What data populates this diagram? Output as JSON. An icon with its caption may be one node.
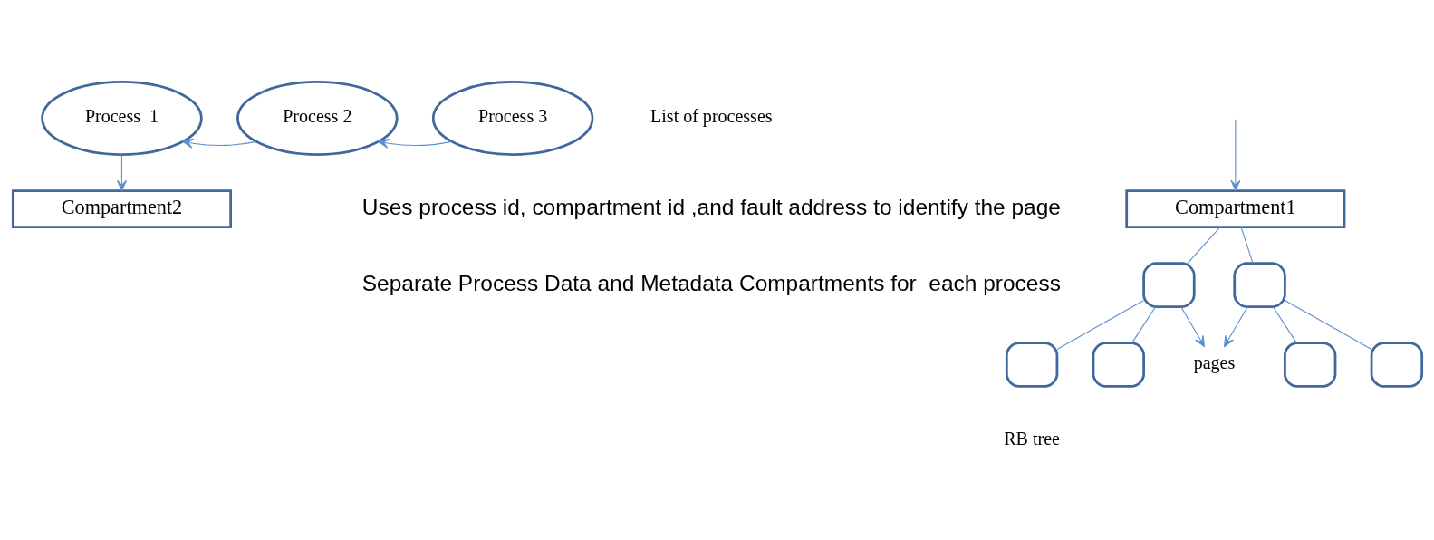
{
  "diagram": {
    "nodes": [
      {
        "text": [
          "Process  1"
        ]
      },
      {
        "text": [
          "Process 2"
        ]
      },
      {
        "text": [
          "Process 3"
        ]
      },
      {
        "text": [
          "Compartment1"
        ]
      },
      {
        "text": [
          "Compartment2"
        ]
      },
      {
        "text": [],
        "shape": "box"
      },
      {
        "text": [],
        "shape": "box"
      },
      {
        "text": [],
        "shape": "box"
      },
      {
        "text": [],
        "shape": "box"
      },
      {
        "text": [],
        "shape": "box"
      },
      {
        "text": [],
        "shape": "box"
      },
      {
        "text": [
          "pages"
        ]
      }
    ],
    "edges": [
      {
        "from": 1,
        "to": 0,
        "arrow": "to"
      },
      {
        "from": 2,
        "to": 1,
        "arrow": "to"
      },
      {
        "from": 0,
        "to": 4,
        "arrow": "to"
      },
      {
        "from": null,
        "to": 3,
        "arrow": "to"
      },
      {
        "from": 3,
        "to": 5,
        "arrow": "none"
      },
      {
        "from": 3,
        "to": 6,
        "arrow": "none"
      },
      {
        "from": 5,
        "to": 11,
        "arrow": "to"
      },
      {
        "from": 6,
        "to": 11,
        "arrow": "to"
      },
      {
        "from": 5,
        "to": 7,
        "arrow": "none"
      },
      {
        "from": 5,
        "to": 8,
        "arrow": "none"
      },
      {
        "from": 6,
        "to": 9,
        "arrow": "none"
      },
      {
        "from": 6,
        "to": 10,
        "arrow": "none"
      }
    ],
    "labels": [
      "List of processes",
      "Uses process id, compartment id ,and fault address to identify the page",
      "Separate Process Data and Metadata Compartments for  each process",
      "RB tree"
    ]
  }
}
